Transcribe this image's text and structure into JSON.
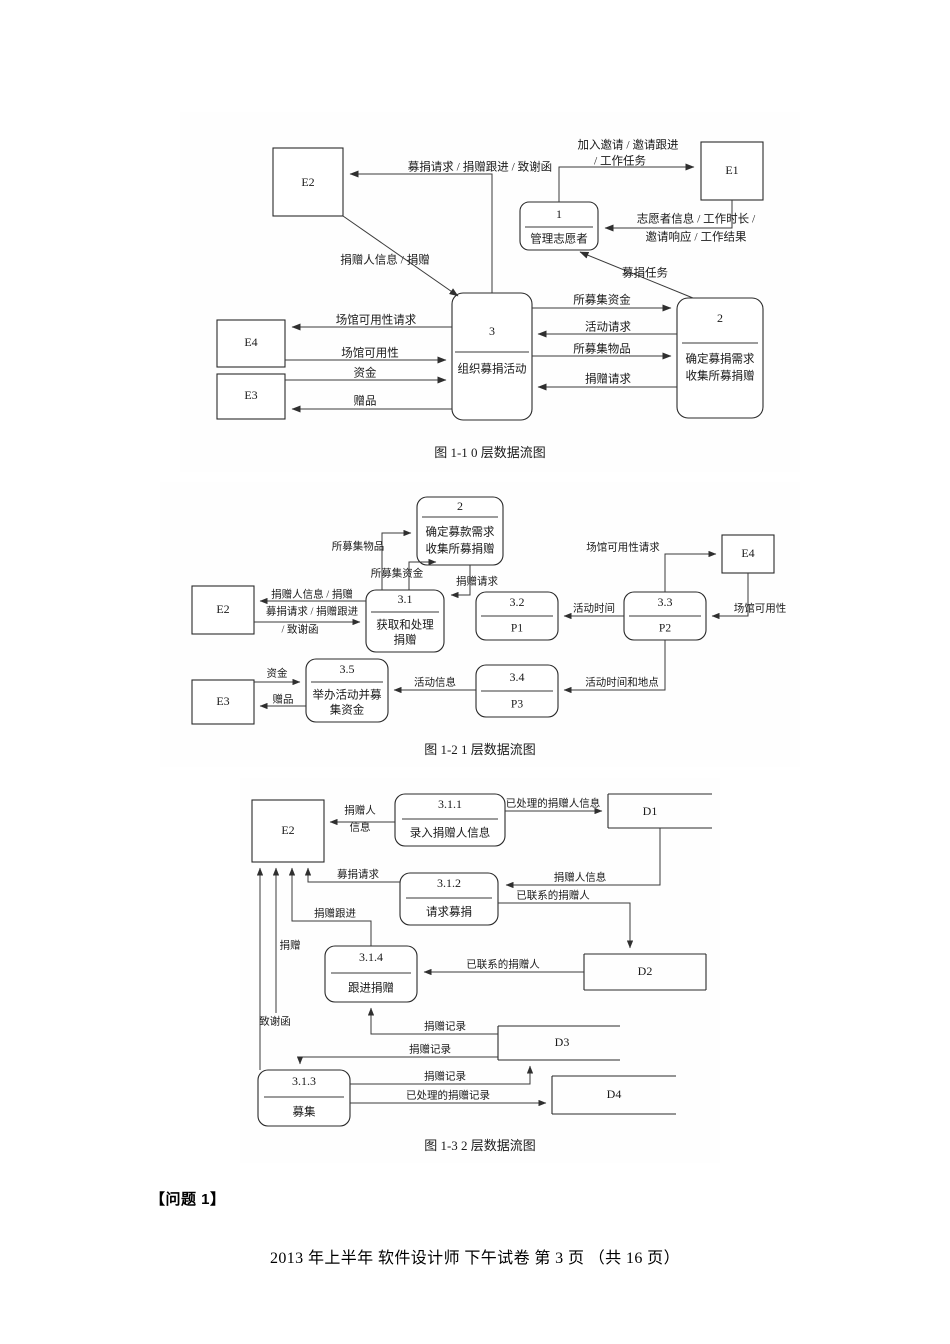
{
  "document": {
    "question_heading": "【问题 1】",
    "footer": "2013 年上半年 软件设计师 下午试卷 第 3 页 （共 16 页）"
  },
  "figures": [
    {
      "id": "fig-1-1",
      "caption": "图 1-1   0 层数据流图",
      "externals": [
        {
          "key": "E2",
          "label": "E2"
        },
        {
          "key": "E1",
          "label": "E1"
        },
        {
          "key": "E4",
          "label": "E4"
        },
        {
          "key": "E3",
          "label": "E3"
        }
      ],
      "processes": [
        {
          "key": "p1",
          "number": "1",
          "name": "管理志愿者"
        },
        {
          "key": "p2",
          "number": "2",
          "name_line1": "确定募捐需求",
          "name_line2": "收集所募捐赠"
        },
        {
          "key": "p3",
          "number": "3",
          "name": "组织募捐活动"
        }
      ],
      "flows": [
        {
          "key": "f-e2-募捐",
          "label": "募捐请求 / 捐赠跟进 / 致谢函"
        },
        {
          "key": "f-e1-邀请",
          "label_line1": "加入邀请 / 邀请跟进",
          "label_line2": "/ 工作任务"
        },
        {
          "key": "f-志愿者",
          "label_line1": "志愿者信息 / 工作时长 /",
          "label_line2": "邀请响应 / 工作结果"
        },
        {
          "key": "f-募捐任务",
          "label": "募捐任务"
        },
        {
          "key": "f-捐赠人信息",
          "label": "捐赠人信息 / 捐赠"
        },
        {
          "key": "f-场馆请求",
          "label": "场馆可用性请求"
        },
        {
          "key": "f-场馆可用性",
          "label": "场馆可用性"
        },
        {
          "key": "f-资金",
          "label": "资金"
        },
        {
          "key": "f-赠品",
          "label": "赠品"
        },
        {
          "key": "f-所募集资金",
          "label": "所募集资金"
        },
        {
          "key": "f-活动请求",
          "label": "活动请求"
        },
        {
          "key": "f-所募集物品",
          "label": "所募集物品"
        },
        {
          "key": "f-捐赠请求",
          "label": "捐赠请求"
        }
      ]
    },
    {
      "id": "fig-1-2",
      "caption": "图 1-2   1 层数据流图",
      "externals": [
        {
          "key": "E2",
          "label": "E2"
        },
        {
          "key": "E3",
          "label": "E3"
        },
        {
          "key": "E4",
          "label": "E4"
        }
      ],
      "processes": [
        {
          "key": "p2",
          "number": "2",
          "name_line1": "确定募款需求",
          "name_line2": "收集所募捐赠"
        },
        {
          "key": "p31",
          "number": "3.1",
          "name_line1": "获取和处理",
          "name_line2": "捐赠"
        },
        {
          "key": "p32",
          "number": "3.2",
          "name": "P1"
        },
        {
          "key": "p33",
          "number": "3.3",
          "name": "P2"
        },
        {
          "key": "p34",
          "number": "3.4",
          "name": "P3"
        },
        {
          "key": "p35",
          "number": "3.5",
          "name_line1": "举办活动并募",
          "name_line2": "集资金"
        }
      ],
      "flows": [
        {
          "key": "f-所募集物品",
          "label": "所募集物品"
        },
        {
          "key": "f-所募集资金",
          "label": "所募集资金"
        },
        {
          "key": "f-捐赠请求",
          "label": "捐赠请求"
        },
        {
          "key": "f-捐赠人信息",
          "label": "捐赠人信息 / 捐赠"
        },
        {
          "key": "f-募捐请求",
          "label": "募捐请求 / 捐赠跟进"
        },
        {
          "key": "f-致谢函",
          "label": "/ 致谢函"
        },
        {
          "key": "f-资金",
          "label": "资金"
        },
        {
          "key": "f-赠品",
          "label": "赠品"
        },
        {
          "key": "f-活动信息",
          "label": "活动信息"
        },
        {
          "key": "f-活动时间",
          "label": "活动时间"
        },
        {
          "key": "f-场馆请求",
          "label": "场馆可用性请求"
        },
        {
          "key": "f-场馆可用性",
          "label": "场馆可用性"
        },
        {
          "key": "f-活动时间和地点",
          "label": "活动时间和地点"
        }
      ]
    },
    {
      "id": "fig-1-3",
      "caption": "图 1-3   2 层数据流图",
      "externals": [
        {
          "key": "E2",
          "label": "E2"
        }
      ],
      "stores": [
        {
          "key": "D1",
          "label": "D1"
        },
        {
          "key": "D2",
          "label": "D2"
        },
        {
          "key": "D3",
          "label": "D3"
        },
        {
          "key": "D4",
          "label": "D4"
        }
      ],
      "processes": [
        {
          "key": "p311",
          "number": "3.1.1",
          "name": "录入捐赠人信息"
        },
        {
          "key": "p312",
          "number": "3.1.2",
          "name": "请求募捐"
        },
        {
          "key": "p314",
          "number": "3.1.4",
          "name": "跟进捐赠"
        },
        {
          "key": "p313",
          "number": "3.1.3",
          "name": "募集"
        }
      ],
      "flows": [
        {
          "key": "f-捐赠人信息-1",
          "label_line1": "捐赠人",
          "label_line2": "信息"
        },
        {
          "key": "f-已处理捐赠人信息",
          "label": "已处理的捐赠人信息"
        },
        {
          "key": "f-捐赠人信息-2",
          "label": "捐赠人信息"
        },
        {
          "key": "f-募捐请求",
          "label": "募捐请求"
        },
        {
          "key": "f-捐赠跟进",
          "label": "捐赠跟进"
        },
        {
          "key": "f-已联系捐赠人-1",
          "label": "已联系的捐赠人"
        },
        {
          "key": "f-已联系捐赠人-2",
          "label": "已联系的捐赠人"
        },
        {
          "key": "f-捐赠",
          "label": "捐赠"
        },
        {
          "key": "f-致谢函",
          "label": "致谢函"
        },
        {
          "key": "f-捐赠记录-1",
          "label": "捐赠记录"
        },
        {
          "key": "f-捐赠记录-2",
          "label": "捐赠记录"
        },
        {
          "key": "f-捐赠记录-3",
          "label": "捐赠记录"
        },
        {
          "key": "f-已处理捐赠记录",
          "label": "已处理的捐赠记录"
        }
      ]
    }
  ]
}
